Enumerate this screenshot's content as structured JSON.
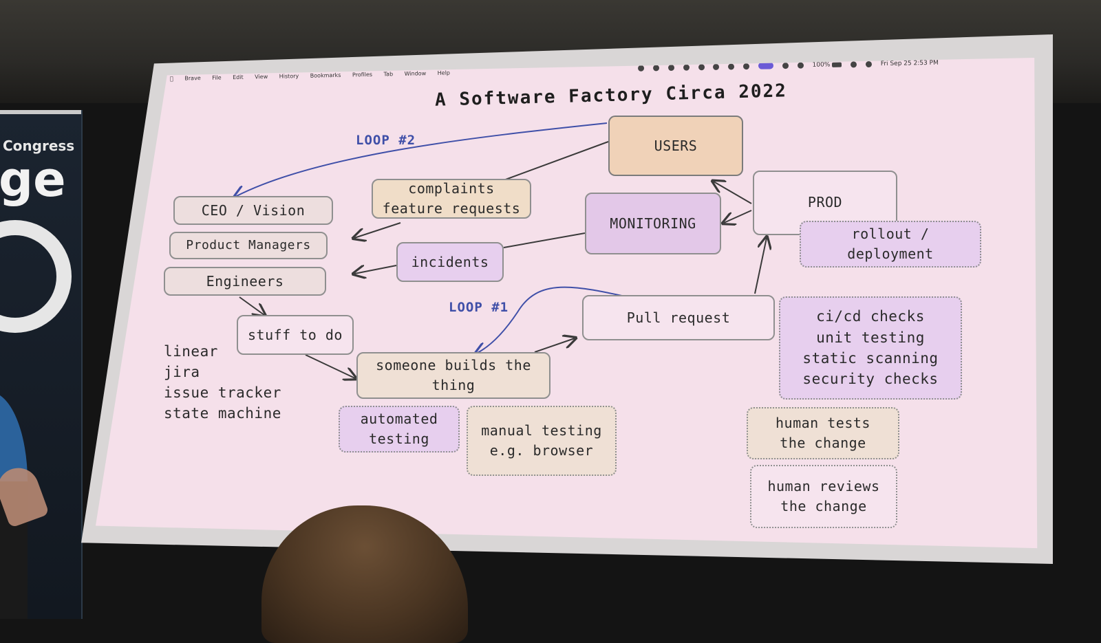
{
  "banner": {
    "congress": "Congress",
    "word_fragment": "ge"
  },
  "slide": {
    "title": "A Software Factory Circa 2022",
    "loop2": "LOOP #2",
    "loop1": "LOOP #1",
    "boxes": {
      "users": "USERS",
      "ceo": "CEO / Vision",
      "product_managers": "Product Managers",
      "engineers": "Engineers",
      "complaints": "complaints\nfeature requests",
      "monitoring": "MONITORING",
      "prod": "PROD",
      "rollout": "rollout /\ndeployment",
      "incidents": "incidents",
      "pull_request": "Pull request",
      "stuff_to_do": "stuff to do",
      "someone_builds": "someone builds the\nthing",
      "automated_testing": "automated\ntesting",
      "manual_testing": "manual testing\ne.g. browser",
      "ci_cd": "ci/cd checks\nunit testing\nstatic scanning\nsecurity checks",
      "human_tests": "human tests\nthe change",
      "human_reviews": "human reviews\nthe change"
    },
    "tools_note": "linear\njira\nissue tracker\nstate machine"
  },
  "menubar": {
    "items": [
      "Brave",
      "File",
      "Edit",
      "View",
      "History",
      "Bookmarks",
      "Profiles",
      "Tab",
      "Window",
      "Help"
    ],
    "battery": "100%",
    "clock": "Fri Sep 25  2:53 PM"
  },
  "colors": {
    "slide_bg": "#f5e0ea",
    "users_box": "#f0d2b8",
    "monitoring_box": "#e3c8e8",
    "loop_label": "#3f4fa8"
  }
}
